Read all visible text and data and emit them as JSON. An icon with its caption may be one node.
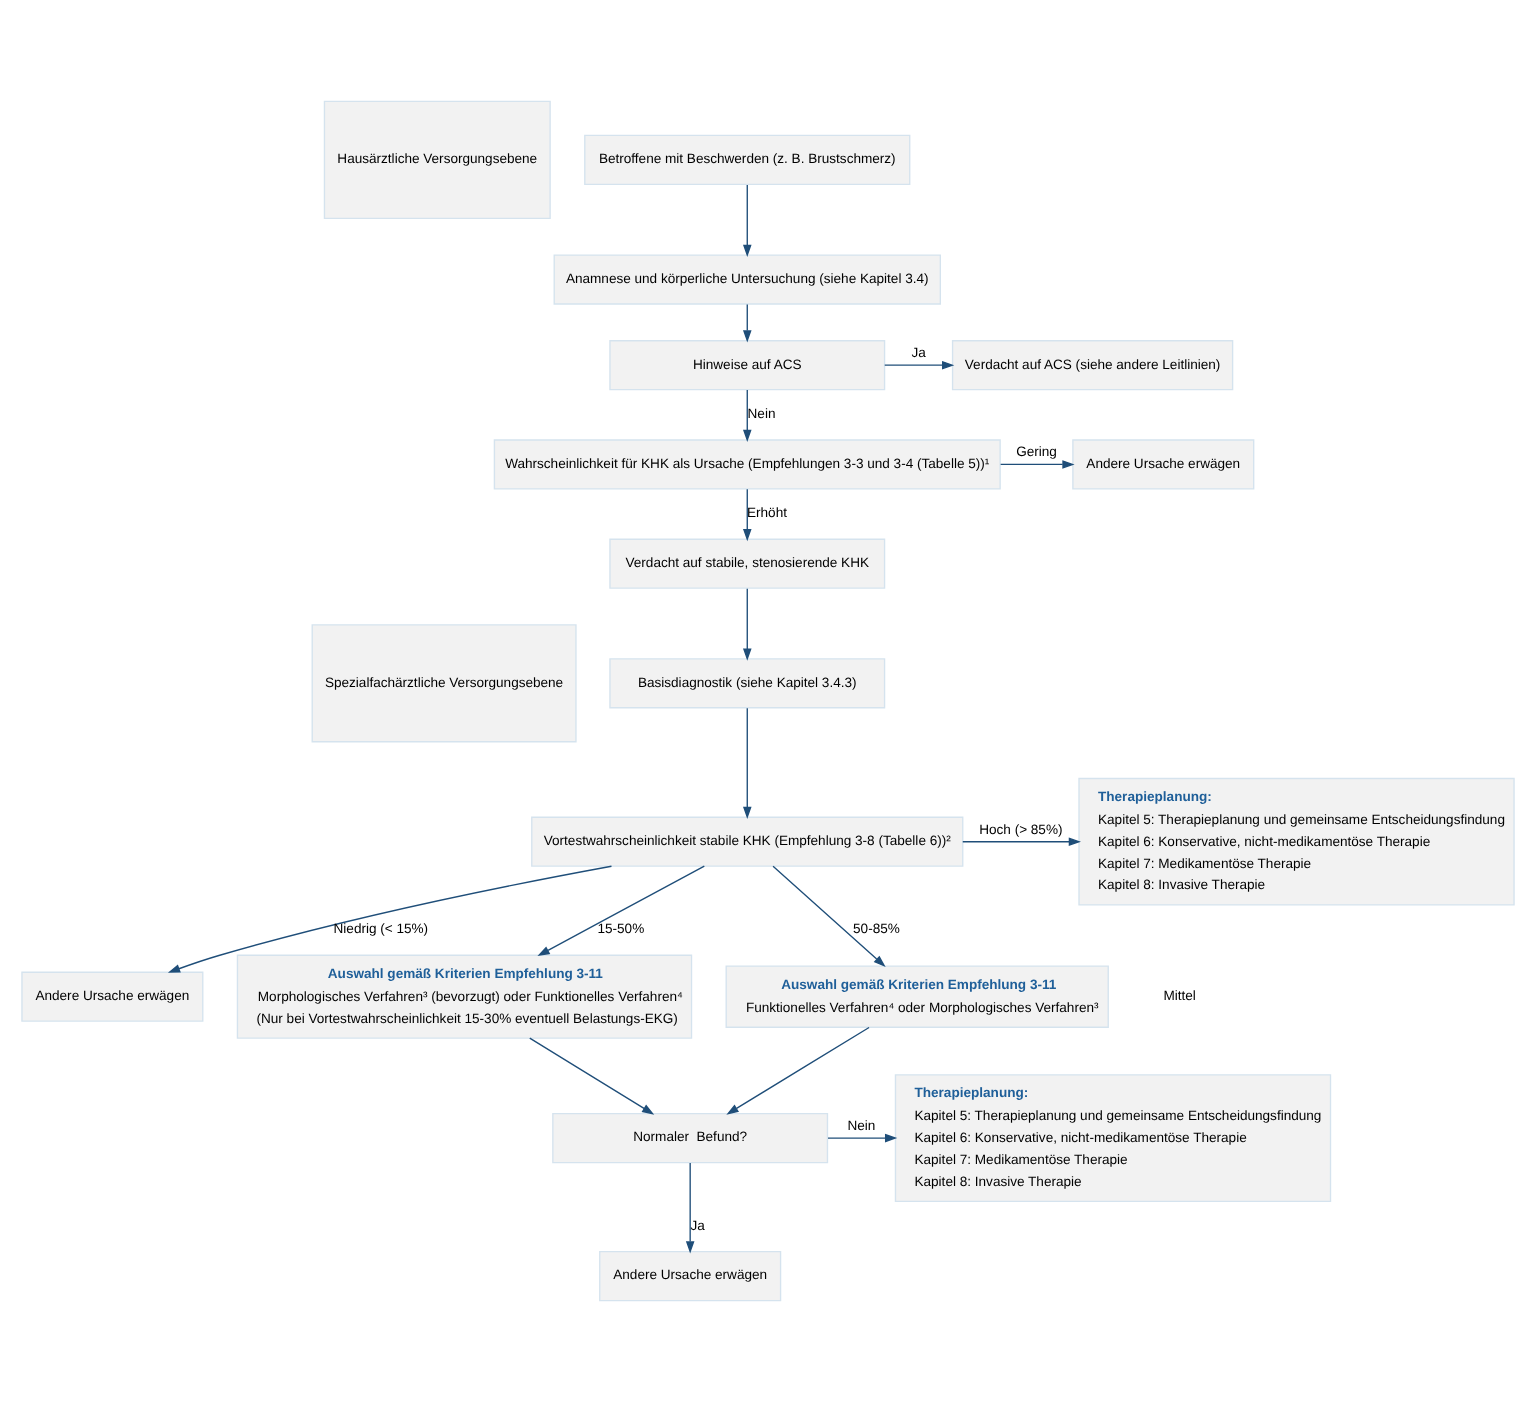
{
  "diagram": {
    "nodes": [
      {
        "text": [
          "Hausärztliche Versorgungsebene"
        ]
      },
      {
        "text": [
          "Spezialfachärztliche Versorgungsebene"
        ]
      },
      {
        "text": [
          "Betroffene mit Beschwerden (z. B. Brustschmerz)"
        ]
      },
      {
        "text": [
          "Anamnese und körperliche Untersuchung (siehe Kapitel 3.4)"
        ]
      },
      {
        "text": [
          "Hinweise auf ACS"
        ]
      },
      {
        "text": [
          "Verdacht auf ACS (siehe andere Leitlinien)"
        ]
      },
      {
        "text": [
          "Andere Ursache erwägen"
        ]
      },
      {
        "text": [
          "Wahrscheinlichkeit für KHK als Ursache (Empfehlungen 3-3 und 3-4 (Tabelle 5))¹"
        ]
      },
      {
        "text": [
          "Verdacht auf stabile, stenosierende KHK"
        ]
      },
      {
        "text": [
          "Basisdiagnostik (siehe Kapitel 3.4.3)"
        ]
      },
      {
        "text": [
          "Therapieplanung:",
          "Kapitel 5: Therapieplanung und gemeinsame Entscheidungsfindung",
          "Kapitel 6: Konservative, nicht-medikamentöse Therapie",
          "Kapitel 7: Medikamentöse Therapie",
          "Kapitel 8: Invasive Therapie"
        ]
      },
      {
        "text": [
          "Andere Ursache erwägen"
        ]
      },
      {
        "text": [
          "Vortestwahrscheinlichkeit stabile KHK (Empfehlung 3-8 (Tabelle 6))²"
        ]
      },
      {
        "text": [
          "Auswahl gemäß Kriterien Empfehlung 3-11",
          "Morphologisches Verfahren³ (bevorzugt) oder Funktionelles Verfahren⁴",
          "(Nur bei Vortestwahrscheinlichkeit 15-30% eventuell Belastungs-EKG)"
        ]
      },
      {
        "text": [
          "Auswahl gemäß Kriterien Empfehlung 3-11",
          "Funktionelles Verfahren⁴ oder Morphologisches Verfahren³"
        ]
      },
      {
        "text": [
          "Andere Ursache erwägen"
        ]
      },
      {
        "text": [
          "Normaler  Befund?"
        ]
      },
      {
        "text": [
          "Therapieplanung:",
          "Kapitel 5: Therapieplanung und gemeinsame Entscheidungsfindung",
          "Kapitel 6: Konservative, nicht-medikamentöse Therapie",
          "Kapitel 7: Medikamentöse Therapie",
          "Kapitel 8: Invasive Therapie"
        ]
      }
    ],
    "edges": [
      {
        "from": 2,
        "to": 3,
        "arrow": "to"
      },
      {
        "from": 3,
        "to": 4,
        "arrow": "to"
      },
      {
        "from": 4,
        "to": 5,
        "arrow": "to",
        "label": "Ja"
      },
      {
        "from": 4,
        "to": 7,
        "arrow": "to",
        "label": "Nein"
      },
      {
        "from": 7,
        "to": 6,
        "arrow": "to",
        "label": "Gering"
      },
      {
        "from": 7,
        "to": 8,
        "arrow": "to",
        "label": "Erhöht"
      },
      {
        "from": 8,
        "to": 9,
        "arrow": "to"
      },
      {
        "from": 9,
        "to": 12,
        "arrow": "to"
      },
      {
        "from": 12,
        "to": 11,
        "arrow": "to",
        "label": "Niedrig (< 15%)"
      },
      {
        "from": 12,
        "to": 10,
        "arrow": "to",
        "label": "Hoch (> 85%)"
      },
      {
        "from": 12,
        "to": 13,
        "arrow": "to",
        "label": "15-50%"
      },
      {
        "from": 12,
        "to": 14,
        "arrow": "to",
        "label": "50-85%"
      },
      {
        "from": 13,
        "to": 16,
        "arrow": "to"
      },
      {
        "from": 14,
        "to": 16,
        "arrow": "to"
      },
      {
        "from": 16,
        "to": 15,
        "arrow": "to",
        "label": "Ja"
      },
      {
        "from": 16,
        "to": 17,
        "arrow": "to",
        "label": "Nein"
      }
    ],
    "labels": [
      "Mittel"
    ]
  }
}
